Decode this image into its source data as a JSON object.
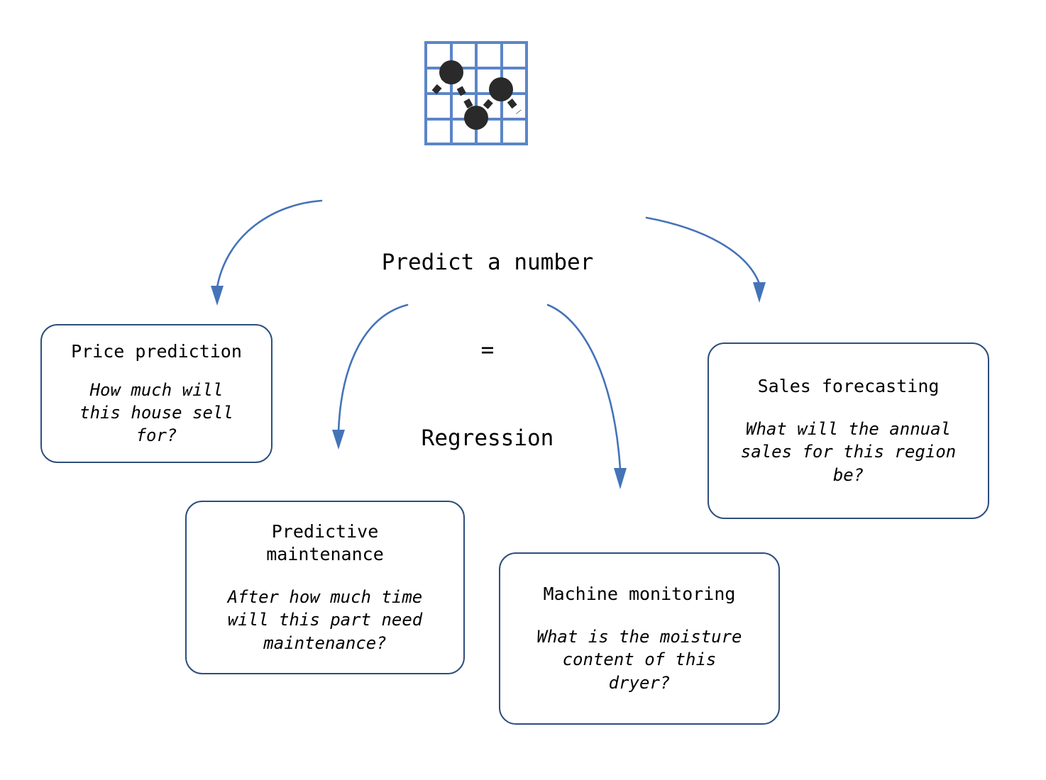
{
  "diagram": {
    "icon": {
      "name": "regression-scatter-chart-icon",
      "grid_color": "#5b85c8",
      "point_color": "#2a2a2a",
      "points": [
        {
          "x": 0.26,
          "y": 0.3
        },
        {
          "x": 0.74,
          "y": 0.46
        },
        {
          "x": 0.5,
          "y": 0.73
        }
      ]
    },
    "title": {
      "line1": "Predict a number",
      "line2": "=",
      "line3": "Regression"
    },
    "arrow_color": "#4573b8",
    "box_border_color": "#2d4f7c",
    "boxes": [
      {
        "id": "price-prediction",
        "title": "Price prediction",
        "question": "How much will\nthis house sell\nfor?"
      },
      {
        "id": "predictive-maintenance",
        "title": "Predictive\nmaintenance",
        "question": "After how much time\nwill this part need\nmaintenance?"
      },
      {
        "id": "machine-monitoring",
        "title": "Machine monitoring",
        "question": "What is the moisture\ncontent of this\ndryer?"
      },
      {
        "id": "sales-forecasting",
        "title": "Sales forecasting",
        "question": "What will the annual\nsales for this region\nbe?"
      }
    ]
  }
}
